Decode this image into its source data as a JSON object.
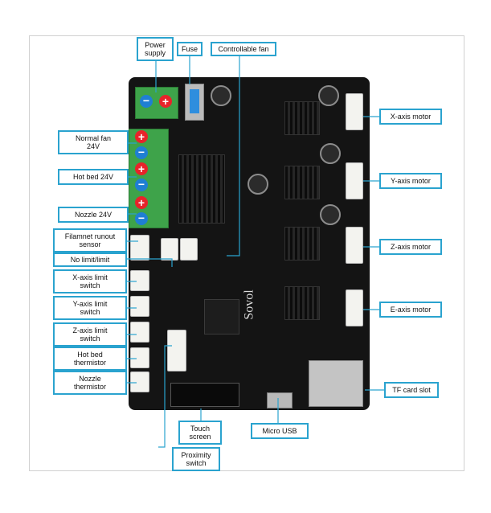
{
  "labels": {
    "power_supply": "Power\nsupply",
    "fuse": "Fuse",
    "controllable_fan": "Controllable fan",
    "normal_fan": "Normal fan\n24V",
    "hot_bed": "Hot bed 24V",
    "nozzle": "Nozzle 24V",
    "filament_runout": "Filamnet runout\nsensor",
    "no_limit": "No limit/limit",
    "x_limit": "X-axis limit\nswitch",
    "y_limit": "Y-axis limit\nswitch",
    "z_limit": "Z-axis limit\nswitch",
    "hotbed_thermistor": "Hot bed\nthermistor",
    "nozzle_thermistor": "Nozzle\nthermistor",
    "touch_screen": "Touch\nscreen",
    "proximity_switch": "Proximity\nswitch",
    "micro_usb": "Micro USB",
    "tf_card": "TF card slot",
    "x_motor": "X-axis motor",
    "y_motor": "Y-axis motor",
    "z_motor": "Z-axis motor",
    "e_motor": "E-axis motor"
  },
  "board": {
    "brand_text": "Sovol",
    "plus_symbol": "+",
    "minus_symbol": "−"
  },
  "colors": {
    "label_border": "#2aa3cf",
    "board": "#141414",
    "terminal_green": "#3ea34a",
    "positive": "#e8232a",
    "negative": "#1f7fd3"
  }
}
